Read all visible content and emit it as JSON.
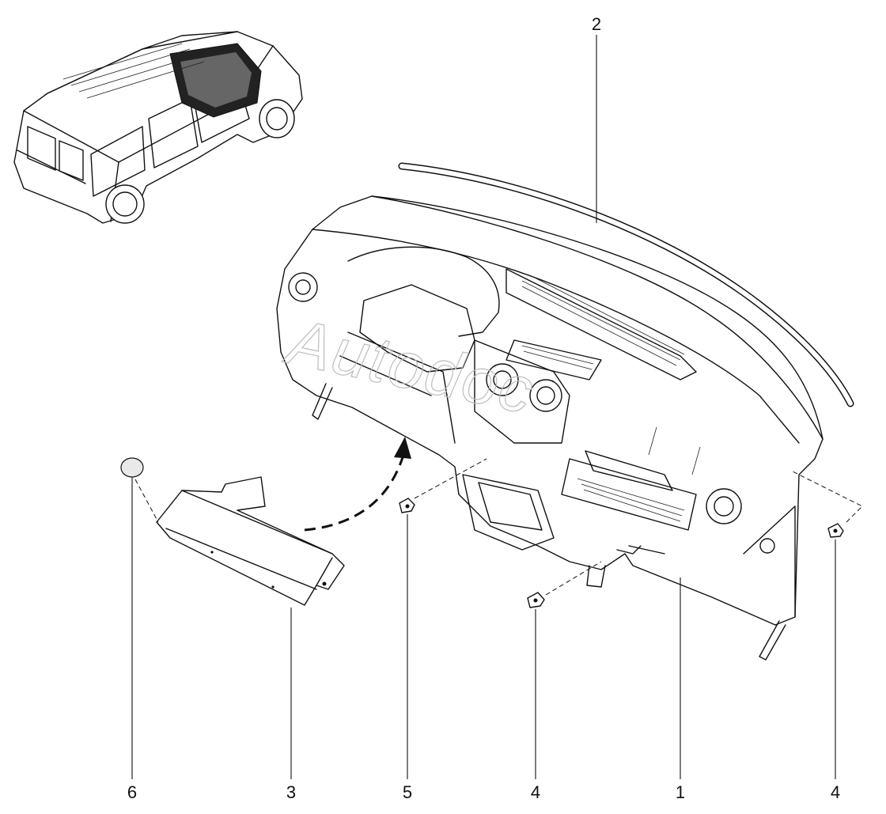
{
  "watermark": "Autodoc",
  "callouts": [
    {
      "id": "dashboard",
      "label": "1"
    },
    {
      "id": "windshield-seal-strip",
      "label": "2"
    },
    {
      "id": "cover-panel",
      "label": "3"
    },
    {
      "id": "screw-right",
      "label": "4"
    },
    {
      "id": "screw-lower",
      "label": "4"
    },
    {
      "id": "screw-center",
      "label": "5"
    },
    {
      "id": "clip",
      "label": "6"
    }
  ]
}
